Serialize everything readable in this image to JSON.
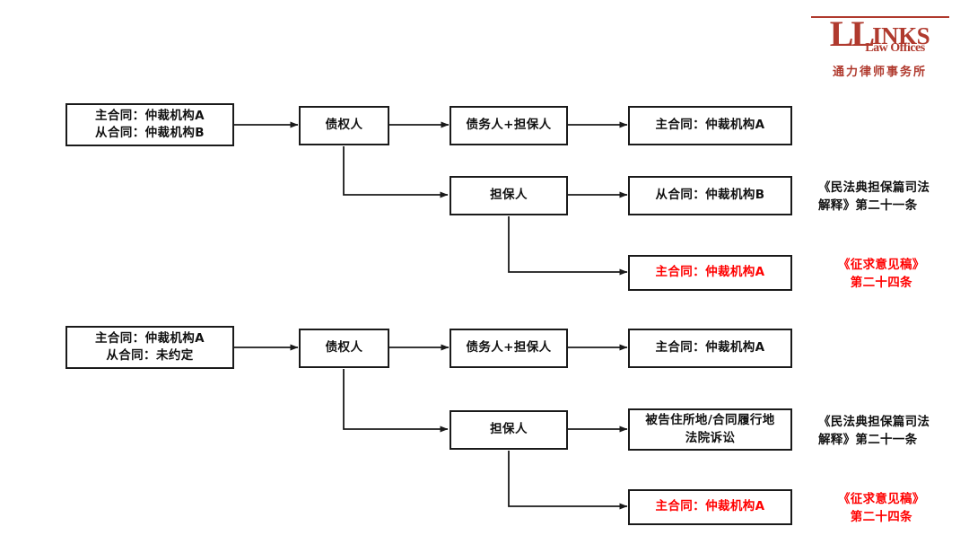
{
  "logo": {
    "name": "llinks-law-offices-logo",
    "mark_ll": "LL",
    "mark_inks": "INKS",
    "tagline_en": "Law Offices",
    "tagline_cn": "通力律师事务所",
    "color": "#b03a2e"
  },
  "colors": {
    "box_border": "#1a1a1a",
    "text": "#111111",
    "highlight": "#ff0000",
    "connector": "#1a1a1a",
    "background": "#ffffff"
  },
  "diagrams": [
    {
      "id": "scenario-1",
      "contract_box": {
        "lines": [
          "主合同：仲裁机构A",
          "从合同：仲裁机构B"
        ]
      },
      "creditor_box": {
        "lines": [
          "债权人"
        ]
      },
      "branch_upper": {
        "party_box": {
          "lines": [
            "债务人+担保人"
          ]
        },
        "result_box": {
          "lines": [
            "主合同：仲裁机构A"
          ],
          "highlight": false
        },
        "annotation": null
      },
      "branch_middle": {
        "party_box": {
          "lines": [
            "担保人"
          ]
        },
        "result_box": {
          "lines": [
            "从合同：仲裁机构B"
          ],
          "highlight": false
        },
        "annotation": {
          "lines": [
            "《民法典担保篇司法",
            "解释》第二十一条"
          ],
          "highlight": false
        }
      },
      "branch_lower": {
        "party_box": null,
        "result_box": {
          "lines": [
            "主合同：仲裁机构A"
          ],
          "highlight": true
        },
        "annotation": {
          "lines": [
            "《征求意见稿》",
            "第二十四条"
          ],
          "highlight": true
        }
      }
    },
    {
      "id": "scenario-2",
      "contract_box": {
        "lines": [
          "主合同：仲裁机构A",
          "从合同：未约定"
        ]
      },
      "creditor_box": {
        "lines": [
          "债权人"
        ]
      },
      "branch_upper": {
        "party_box": {
          "lines": [
            "债务人+担保人"
          ]
        },
        "result_box": {
          "lines": [
            "主合同：仲裁机构A"
          ],
          "highlight": false
        },
        "annotation": null
      },
      "branch_middle": {
        "party_box": {
          "lines": [
            "担保人"
          ]
        },
        "result_box": {
          "lines": [
            "被告住所地/合同履行地",
            "法院诉讼"
          ],
          "highlight": false
        },
        "annotation": {
          "lines": [
            "《民法典担保篇司法",
            "解释》第二十一条"
          ],
          "highlight": false
        }
      },
      "branch_lower": {
        "party_box": null,
        "result_box": {
          "lines": [
            "主合同：仲裁机构A"
          ],
          "highlight": true
        },
        "annotation": {
          "lines": [
            "《征求意见稿》",
            "第二十四条"
          ],
          "highlight": true
        }
      }
    }
  ]
}
